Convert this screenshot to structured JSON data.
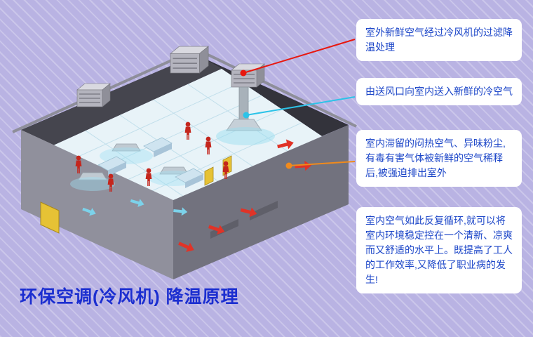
{
  "page": {
    "title": "环保空调(冷风机) 降温原理"
  },
  "callouts": [
    {
      "text": "室外新鲜空气经过冷风机的过滤降温处理",
      "target": "rooftop-evaporative-cooler",
      "color": "#e8170e"
    },
    {
      "text": "由送风口向室内送入新鲜的冷空气",
      "target": "supply-air-duct",
      "color": "#2cc3e8"
    },
    {
      "text": "室内滞留的闷热空气、异味粉尘,有毒有害气体被新鲜的空气稀释后,被强迫排出室外",
      "target": "exhaust-air-outlet",
      "color": "#f08a1c"
    },
    {
      "text": "室内空气如此反复循环,就可以将室内环境稳定控在一个清新、凉爽而又舒适的水平上。既提高了工人的工作效率,又降低了职业病的发生!",
      "target": "",
      "color": ""
    }
  ],
  "colors": {
    "background": "#b9b3e3",
    "callout_bg": "#ffffff",
    "callout_text": "#1c46c8",
    "title": "#1b2ed0",
    "connector_red": "#e8170e",
    "connector_cyan": "#2cc3e8",
    "connector_orange": "#f08a1c",
    "worker_red": "#c4261d",
    "airflow_cyan": "#7cd2ea",
    "machine_yellow": "#e6c235"
  }
}
